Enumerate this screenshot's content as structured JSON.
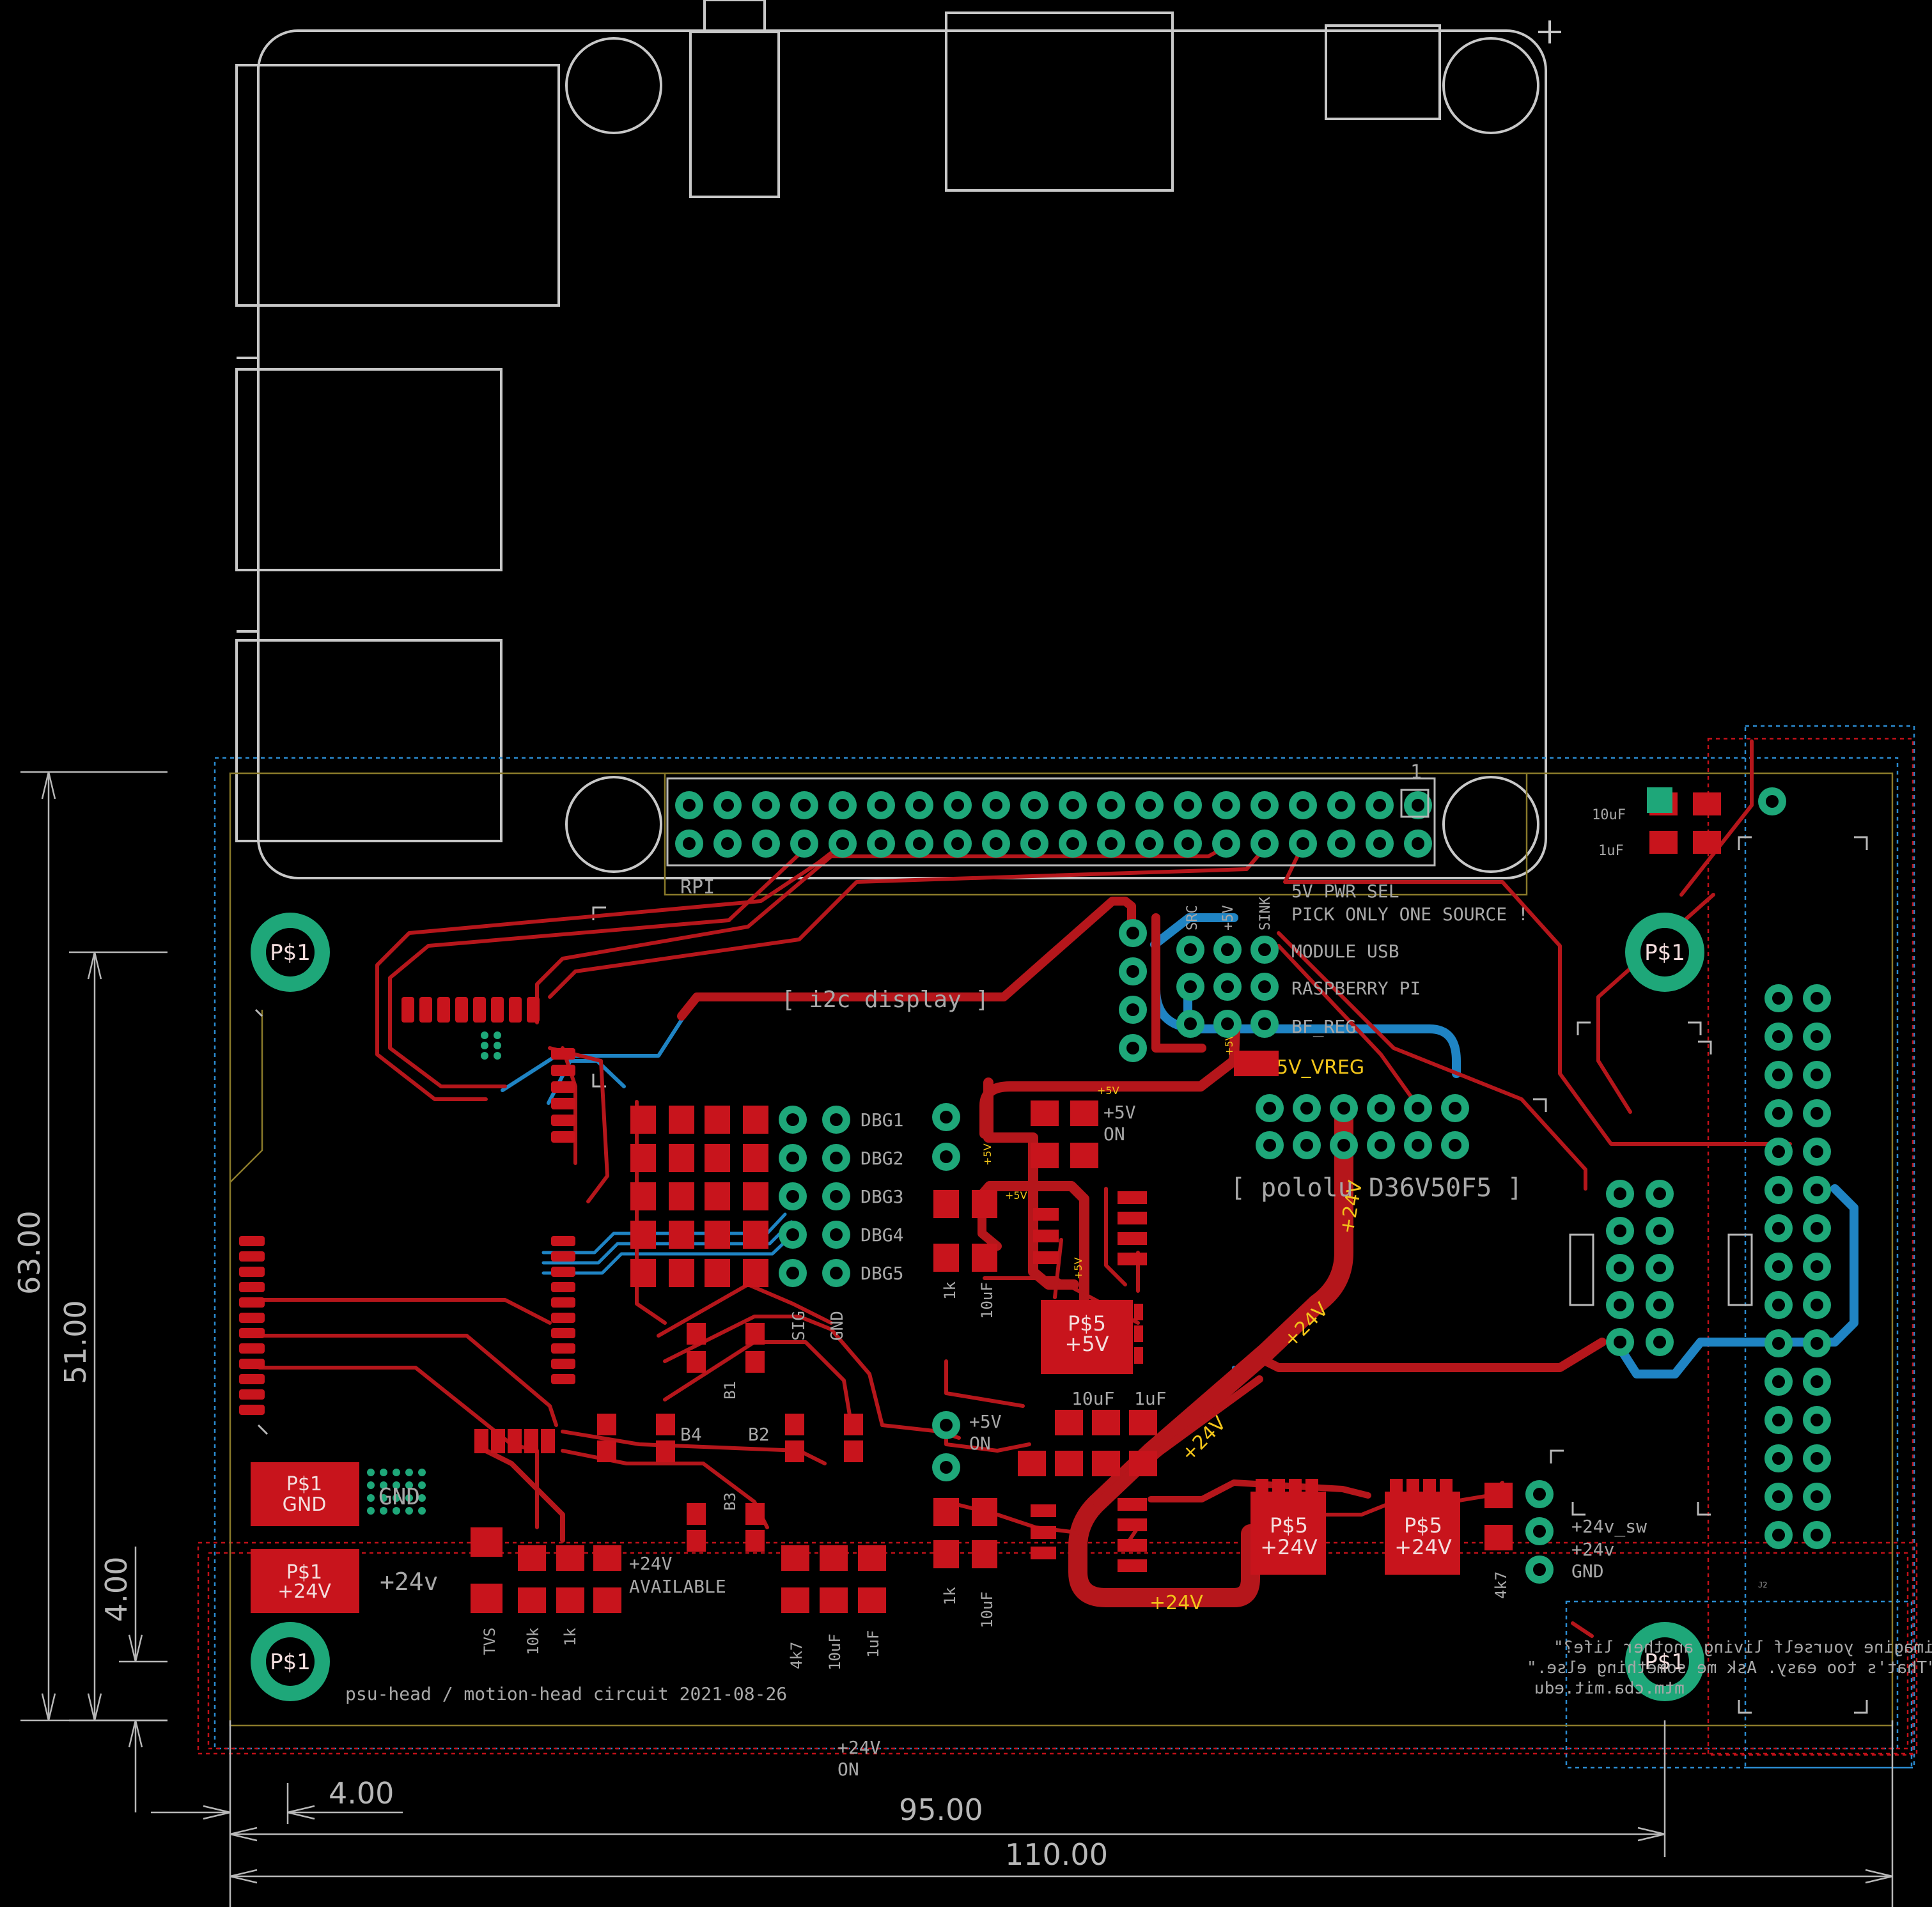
{
  "dimensions": {
    "height_outer": "63.00",
    "height_inner": "51.00",
    "height_small": "4.00",
    "width_small": "4.00",
    "width_inner": "95.00",
    "width_outer": "110.00"
  },
  "header": {
    "pin1": "1",
    "rpi_label": "RPI"
  },
  "power_select": {
    "col_src": "SRC",
    "col_5v": "+5V",
    "col_sink": "SINK",
    "title": "5V PWR SEL",
    "warning": "PICK ONLY ONE SOURCE !",
    "rows": [
      "MODULE USB",
      "RASPBERRY PI",
      "BF_REG"
    ]
  },
  "labels": {
    "i2c_display": "[ i2c display ]",
    "pololu": "[ pololu D36V50F5 ]",
    "vreg_net": "5V_VREG",
    "dbg": [
      "DBG1",
      "DBG2",
      "DBG3",
      "DBG4",
      "DBG5"
    ],
    "sig": "SIG",
    "gnd_col": "GND",
    "plus5v_on_a": "+5V\nON",
    "plus5v_on_b": "+5V\nON",
    "cap_10uf": "10uF",
    "cap_1uf": "1uF",
    "res_1k": "1k",
    "res_4k7": "4k7",
    "cap_10uf_lc": "10uF",
    "cap_10uf_l2": "10uF",
    "cap_1uf_lc": "1uF",
    "b1": "B1",
    "b2": "B2",
    "b3": "B3",
    "b4": "B4",
    "plus24v_available_1": "+24V",
    "plus24v_available_2": "AVAILABLE",
    "plus24v": "+24v",
    "tvs": "TVS",
    "r10k": "10k",
    "r1k": "1k",
    "gnd_text": "GND",
    "out_24v_sw": "+24v_sw",
    "out_24v": "+24v",
    "out_gnd": "GND",
    "out_4k7": "4k7",
    "plus24v_on_1": "+24V",
    "plus24v_on_2": "ON",
    "footer": "psu-head / motion-head circuit 2021-08-26",
    "quote_1": "He said, \"Can you imagine yourself living another life?\"",
    "quote_2": "\"That's too easy. Ask me something else.\"",
    "quote_3": "mtm.cba.mit.edu",
    "cap_top_right_1": "10uF",
    "cap_top_right_2": "1uF",
    "j2": "J2"
  },
  "pads": {
    "ps1": "P$1",
    "ps1_gnd_1": "P$1",
    "ps1_gnd_2": "GND",
    "ps1_24v_1": "P$1",
    "ps1_24v_2": "+24V",
    "ps5_5v_1": "P$5",
    "ps5_5v_2": "+5V",
    "ps5_24v_1": "P$5",
    "ps5_24v_2": "+24V"
  },
  "trace_labels": {
    "t24v_vert": "+24V",
    "t24v_diag1": "+24V",
    "t24v_diag2": "+24V",
    "t24v_bottom": "+24V",
    "t5v_a": "+5V",
    "t5v_b": "+5V",
    "t5v_c": "+5V",
    "t5v_d": "+5V",
    "t5v_e": "+5V"
  },
  "colors": {
    "background": "#000000",
    "top_copper": "#c8141c",
    "bottom_copper": "#1f84c4",
    "through_hole": "#1ea779",
    "silkscreen": "#b8b8b8",
    "board_edge": "#8a7a2a",
    "trace_label": "#f2c51a"
  }
}
